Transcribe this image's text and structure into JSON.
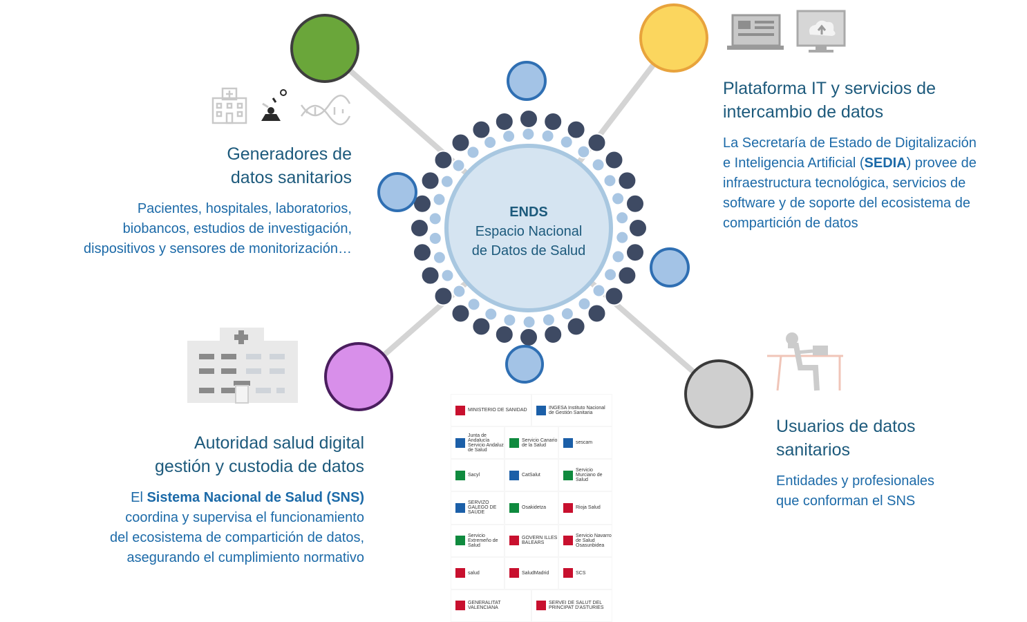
{
  "center": {
    "acronym": "ENDS",
    "line1": "Espacio Nacional",
    "line2": "de Datos de Salud"
  },
  "generadores": {
    "title_l1": "Generadores de",
    "title_l2": "datos sanitarios",
    "desc_l1": "Pacientes, hospitales, laboratorios,",
    "desc_l2": "biobancos, estudios de investigación,",
    "desc_l3": "dispositivos y sensores de monitorización…",
    "color": "#6aa63a",
    "icons": [
      "hospital-building-icon",
      "microscope-icon",
      "dna-icon"
    ]
  },
  "plataforma": {
    "title_l1": "Plataforma IT y servicios de",
    "title_l2": "intercambio de datos",
    "desc_l1": "La Secretaría de Estado de Digitalización",
    "desc_l2a": "e Inteligencia Artificial (",
    "desc_l2b": "SEDIA",
    "desc_l2c": ") provee de",
    "desc_l3": "infraestructura tecnológica, servicios de",
    "desc_l4": "software y de soporte del ecosistema de",
    "desc_l5": "compartición de datos",
    "color": "#fbd65e",
    "icons": [
      "laptop-icon",
      "cloud-upload-monitor-icon"
    ]
  },
  "autoridad": {
    "title_l1": "Autoridad salud digital",
    "title_l2": "gestión y custodia de datos",
    "desc_l1a": "El ",
    "desc_l1b": "Sistema Nacional de Salud (SNS)",
    "desc_l2": "coordina y supervisa el funcionamiento",
    "desc_l3": "del ecosistema de compartición de datos,",
    "desc_l4": "asegurando el cumplimiento normativo",
    "color": "#d88fea",
    "icons": [
      "hospital-icon"
    ]
  },
  "usuarios": {
    "title_l1": "Usuarios de datos",
    "title_l2": "sanitarios",
    "desc_l1": "Entidades y profesionales",
    "desc_l2": "que conforman el SNS",
    "color": "#cfcfcf",
    "icons": [
      "person-at-desk-icon"
    ]
  },
  "logos": [
    [
      "MINISTERIO DE SANIDAD",
      "INGESA Instituto Nacional de Gestión Sanitaria"
    ],
    [
      "Junta de Andalucía Servicio Andaluz de Salud",
      "Servicio Canario de la Salud",
      "sescam"
    ],
    [
      "Sacyl",
      "CatSalut",
      "Servicio Murciano de Salud"
    ],
    [
      "SERVIZO GALEGO DE SAÚDE",
      "Osakidetza",
      "Rioja Salud"
    ],
    [
      "Servicio Extremeño de Salud",
      "GOVERN ILLES BALEARS",
      "Servicio Navarro de Salud Osasunbidea"
    ],
    [
      "salud",
      "SaludMadrid",
      "SCS"
    ],
    [
      "GENERALITAT VALENCIANA",
      "SERVEI DE SALUT DEL PRINCIPAT D'ASTURIES"
    ]
  ]
}
